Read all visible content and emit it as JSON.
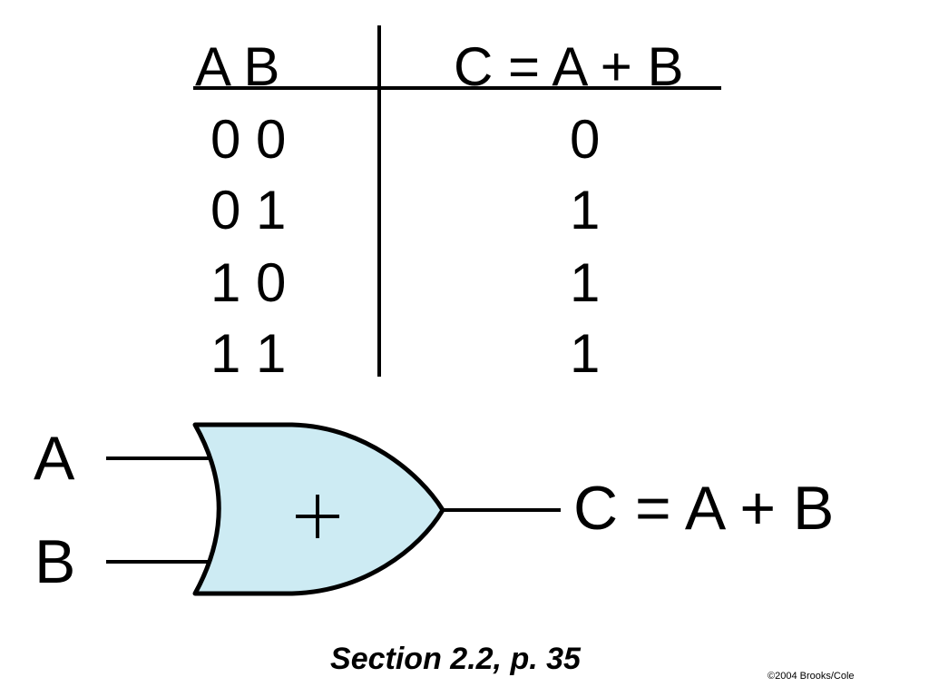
{
  "truth_table": {
    "header_inputs": "A B",
    "header_output": "C = A + B",
    "rows": [
      {
        "inputs": "0 0",
        "output": "0"
      },
      {
        "inputs": "0 1",
        "output": "1"
      },
      {
        "inputs": "1 0",
        "output": "1"
      },
      {
        "inputs": "1 1",
        "output": "1"
      }
    ]
  },
  "gate": {
    "type": "OR",
    "input_a": "A",
    "input_b": "B",
    "symbol": "+",
    "output_label": "C = A + B",
    "fill_color": "#cdebf3",
    "stroke_color": "#000000"
  },
  "caption": "Section 2.2, p. 35",
  "copyright": "©2004 Brooks/Cole"
}
